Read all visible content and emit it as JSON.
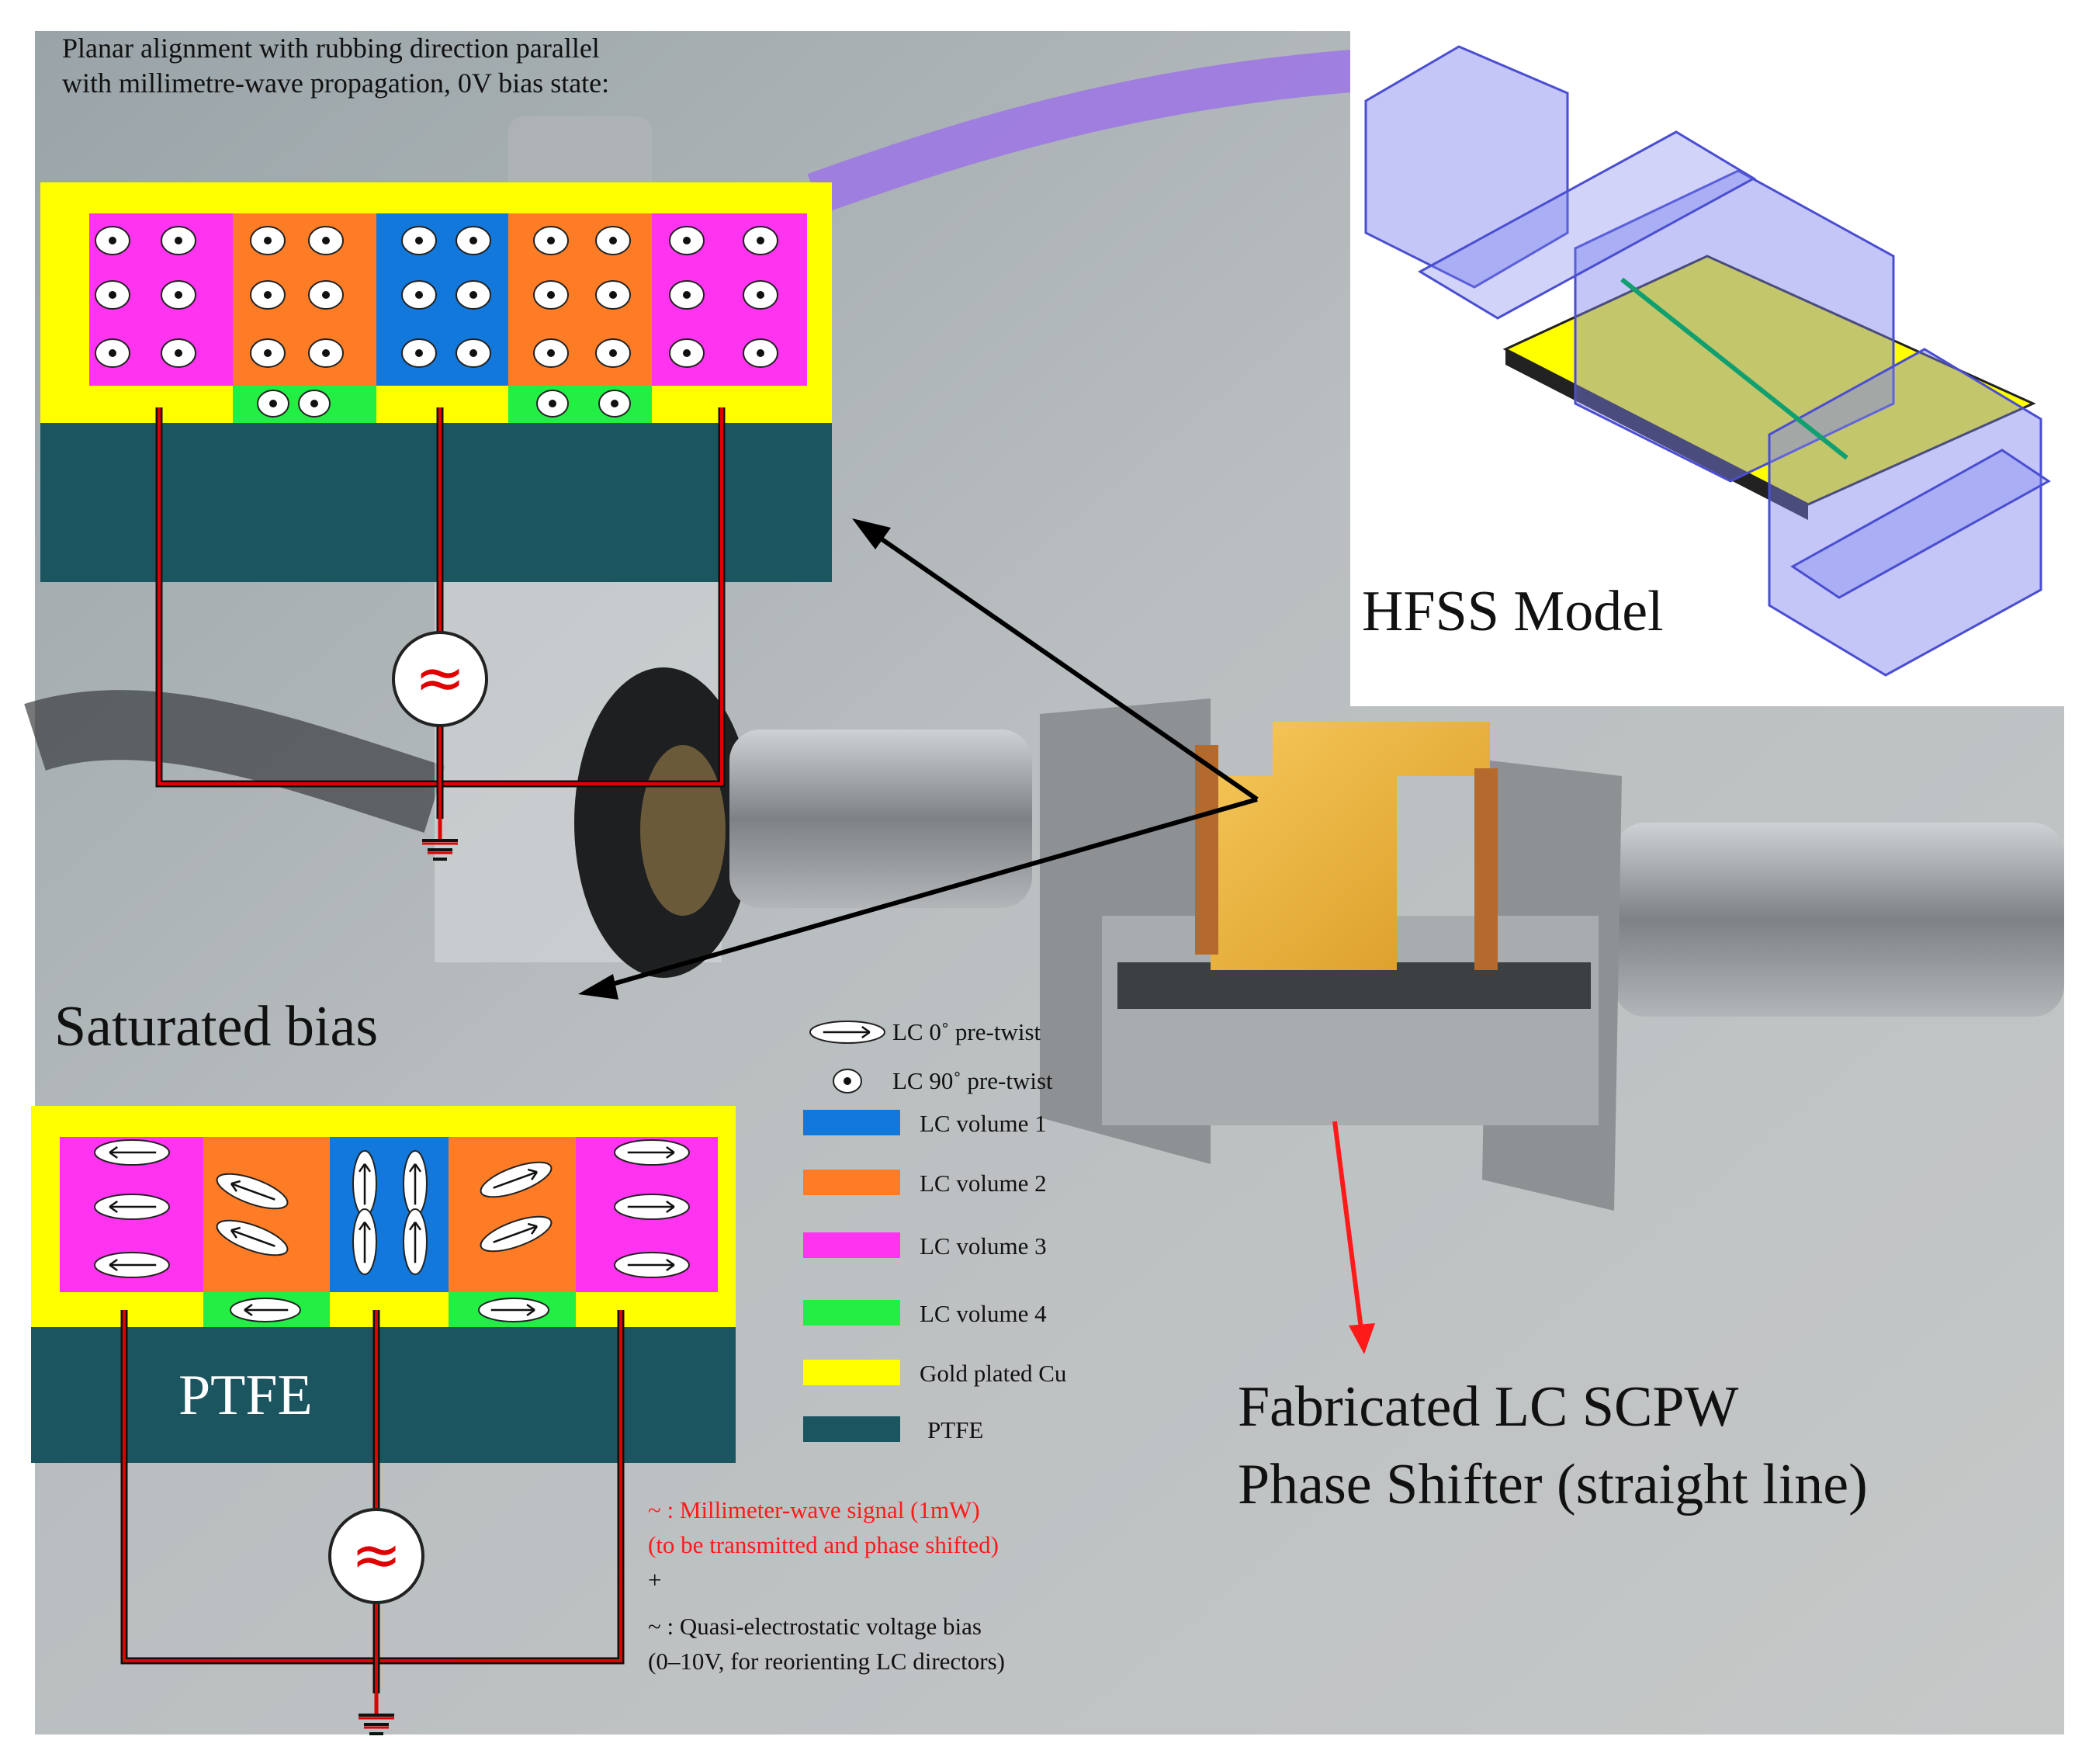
{
  "top_caption": "Planar alignment with rubbing direction parallel with millimetre-wave propagation, 0V bias state:",
  "saturated_label": "Saturated bias",
  "hfss_label": "HFSS Model",
  "ptfe_label": "PTFE",
  "fabricated_line1": "Fabricated LC SCPW",
  "fabricated_line2": "Phase Shifter (straight line)",
  "source_symbol": "≈",
  "legend": {
    "lc0": "LC 0˚ pre-twist",
    "lc90": "LC 90˚ pre-twist",
    "items": [
      {
        "label": "LC volume 1",
        "color": "#1278dc"
      },
      {
        "label": "LC volume 2",
        "color": "#ff7c26"
      },
      {
        "label": "LC volume 3",
        "color": "#ff33f0"
      },
      {
        "label": "LC volume 4",
        "color": "#22ee44"
      },
      {
        "label": "Gold plated Cu",
        "color": "#ffff00"
      },
      {
        "label": "PTFE",
        "color": "#1a5560"
      }
    ]
  },
  "notes": {
    "signal_line1": "~ : Millimeter-wave signal (1mW)",
    "signal_line2": "(to be transmitted and phase shifted)",
    "plus": "+",
    "bias_line1": "~ : Quasi-electrostatic voltage bias",
    "bias_line2": "(0–10V, for reorienting LC directors)"
  },
  "colors": {
    "gold": "#ffff00",
    "ptfe": "#1a5560",
    "vol1": "#1278dc",
    "vol2": "#ff7c26",
    "vol3": "#ff33f0",
    "vol4": "#22ee44",
    "wire_red": "#e00000",
    "wire_black": "#111111",
    "arrow_red": "#ff1a1a"
  }
}
